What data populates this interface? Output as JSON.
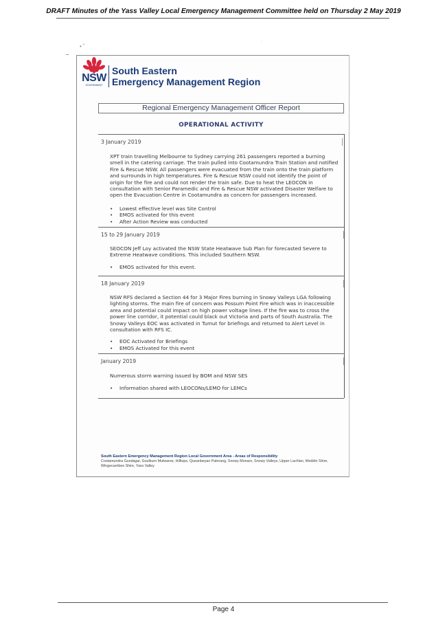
{
  "page": {
    "header": "DRAFT Minutes of the Yass Valley Local Emergency Management Committee held on Thursday 2 May 2019",
    "footer": "Page 4"
  },
  "logo": {
    "nsw": "NSW",
    "government": "GOVERNMENT",
    "region_line1": "South Eastern",
    "region_line2": "Emergency Management Region",
    "brand_color": "#1a3a78",
    "waratah_color": "#d7263d"
  },
  "report": {
    "title": "Regional Emergency Management Officer Report",
    "heading": "OPERATIONAL ACTIVITY",
    "sections": [
      {
        "date": "3 January 2019",
        "body": "XPT train travelling Melbourne to Sydney carrying 261 passengers reported a burning smell in the catering carriage. The train pulled into Cootamundra Train Station and notified Fire & Rescue NSW. All passengers were evacuated from the train onto the train platform and surrounds in high temperatures. Fire & Rescue NSW could not identify the point of origin for the fire and could not render the train safe. Due to heat the LEOCON in consultation with Senior Paramedic and Fire & Rescue NSW activated Disaster Welfare to open the Evacuation Centre in Cootamundra as concern for passengers increased.",
        "bullets": [
          "Lowest effective level was Site Control",
          "EMOS activated for this event",
          "After Action Review was conducted"
        ]
      },
      {
        "date": "15 to 29 January 2019",
        "body": "SEOCON Jeff Loy activated the NSW State Heatwave Sub Plan for forecasted Severe to Extreme Heatwave conditions. This included Southern NSW.",
        "bullets": [
          "EMOS activated for this event."
        ]
      },
      {
        "date": "18 January 2019",
        "body": "NSW RFS declared a Section 44 for 3 Major Fires burning in Snowy Valleys LGA following lighting storms. The main fire of concern was Possum Point Fire which was in inaccessible area and potential could impact on high power voltage lines. If the fire was to cross the power line corridor, it potential could black out Victoria and parts of South Australia. The Snowy Valleys EOC was activated in Tumut for briefings and returned to Alert Level in consultation with RFS IC.",
        "bullets": [
          "EOC Activated for Briefings",
          "EMOS Activated for this event"
        ]
      },
      {
        "date": "January 2019",
        "body": "Numerous storm warning issued by BOM and NSW SES",
        "bullets": [
          "Information shared with LEOCONs/LEMO for LEMCs"
        ]
      }
    ],
    "footnote_title": "South Eastern Emergency Management Region Local Government Area - Areas of Responsibility",
    "footnote_text": "Cootamundra Gundagai, Goulburn Mulwaree, Hilltops, Queanbeyan Palerang, Snowy Monaro, Snowy Valleys, Upper Lachlan, Weddin Shire, Wingecarribee Shire, Yass Valley"
  }
}
